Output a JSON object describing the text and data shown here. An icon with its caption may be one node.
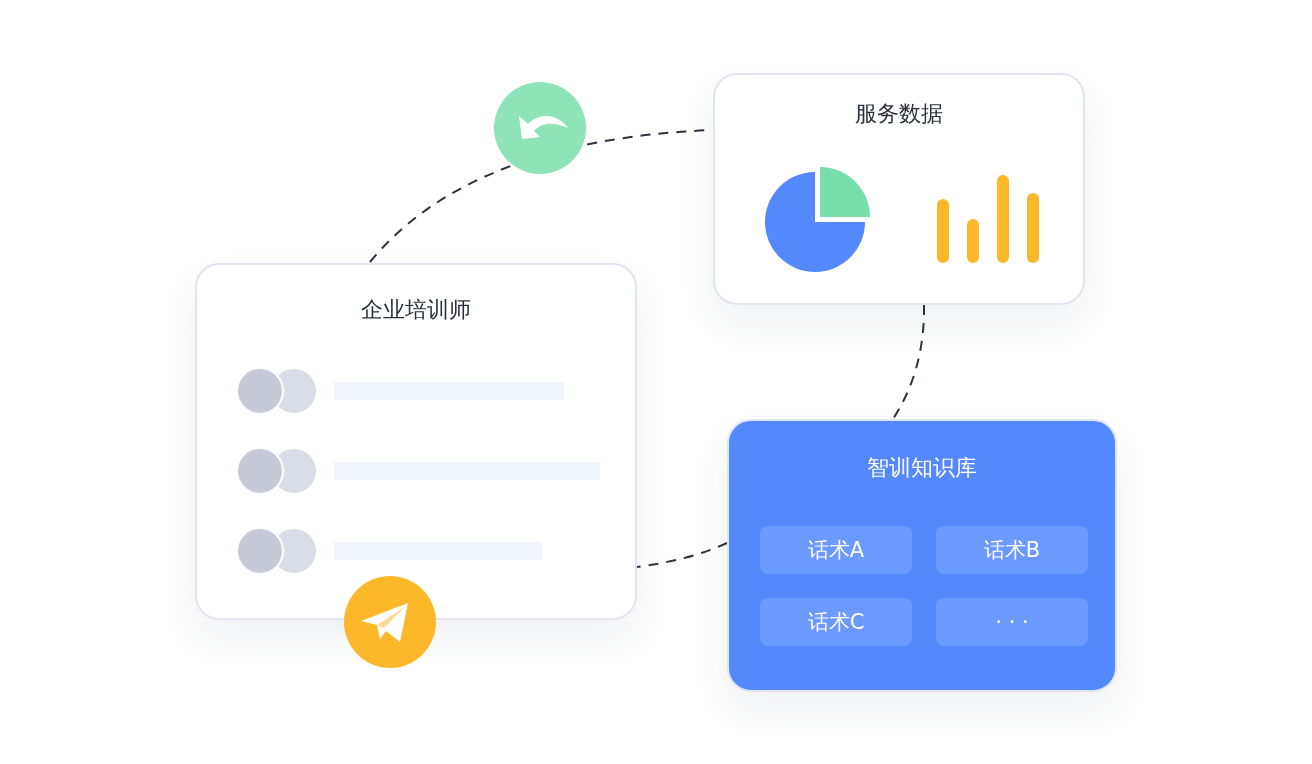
{
  "diagram": {
    "nodes": [
      {
        "text": [
          "企业培训师"
        ]
      },
      {
        "text": [
          "服务数据"
        ]
      },
      {
        "text": [
          "智训知识库"
        ]
      },
      {
        "text": [
          "话术A"
        ],
        "in": 2
      },
      {
        "text": [
          "话术B"
        ],
        "in": 2
      },
      {
        "text": [
          "话术C"
        ],
        "in": 2
      },
      {
        "text": [
          "· · ·"
        ],
        "in": 2
      }
    ],
    "edges": [
      {
        "from": 0,
        "to": 1,
        "arrow": "none",
        "style": "dashed"
      },
      {
        "from": 1,
        "to": 2,
        "arrow": "none",
        "style": "dashed"
      },
      {
        "from": 2,
        "to": 0,
        "arrow": "none",
        "style": "dashed"
      }
    ]
  }
}
